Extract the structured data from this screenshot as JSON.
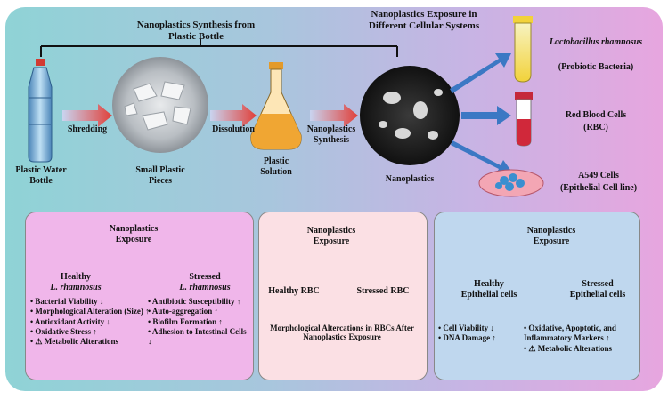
{
  "top": {
    "title": "Nanoplastics Synthesis from Plastic Bottle",
    "exposure_title": "Nanoplastics Exposure in Different Cellular Systems",
    "steps": {
      "bottle": "Plastic Water Bottle",
      "shredding": "Shredding",
      "pieces": "Small Plastic Pieces",
      "dissolution": "Dissolution",
      "solution": "Plastic Solution",
      "synthesis": "Nanoplastics Synthesis",
      "nanoplastics": "Nanoplastics"
    },
    "targets": {
      "lacto_name": "Lactobacillus rhamnosus",
      "lacto_desc": "(Probiotic Bacteria)",
      "rbc_name": "Red Blood Cells",
      "rbc_abbr": "(RBC)",
      "a549_name": "A549 Cells",
      "a549_desc": "(Epithelial Cell line)"
    }
  },
  "panel_bacteria": {
    "exposure": "Nanoplastics Exposure",
    "healthy_1": "Healthy",
    "healthy_2": "L. rhamnosus",
    "stressed_1": "Stressed",
    "stressed_2": "L. rhamnosus",
    "left_list": [
      "• Bacterial Viability ↓",
      "• Morphological Alteration (Size) ↑",
      "• Antioxidant Activity ↓",
      "• Oxidative Stress ↑",
      "• ⚠ Metabolic Alterations"
    ],
    "right_list": [
      "• Antibiotic Susceptibility ↑",
      "• Auto-aggregation ↑",
      "• Biofilm Formation ↑",
      "• Adhesion to Intestinal Cells ↓"
    ]
  },
  "panel_rbc": {
    "exposure": "Nanoplastics Exposure",
    "healthy": "Healthy RBC",
    "stressed": "Stressed RBC",
    "caption": "Morphological Altercations in RBCs After Nanoplastics Exposure"
  },
  "panel_epi": {
    "exposure": "Nanoplastics Exposure",
    "healthy_1": "Healthy",
    "healthy_2": "Epithelial cells",
    "stressed_1": "Stressed",
    "stressed_2": "Epithelial cells",
    "left_list": [
      "• Cell Viability ↓",
      "• DNA Damage ↑"
    ],
    "right_list": [
      "• Oxidative, Apoptotic, and Inflammatory Markers ↑",
      "• ⚠ Metabolic Alterations"
    ]
  },
  "colors": {
    "arrow_red": "#e0403a",
    "arrow_blue": "#3b78c4",
    "bacteria": "#e2c04a",
    "rbc": "#d8473c",
    "cell_blue": "#3a8fd0"
  }
}
